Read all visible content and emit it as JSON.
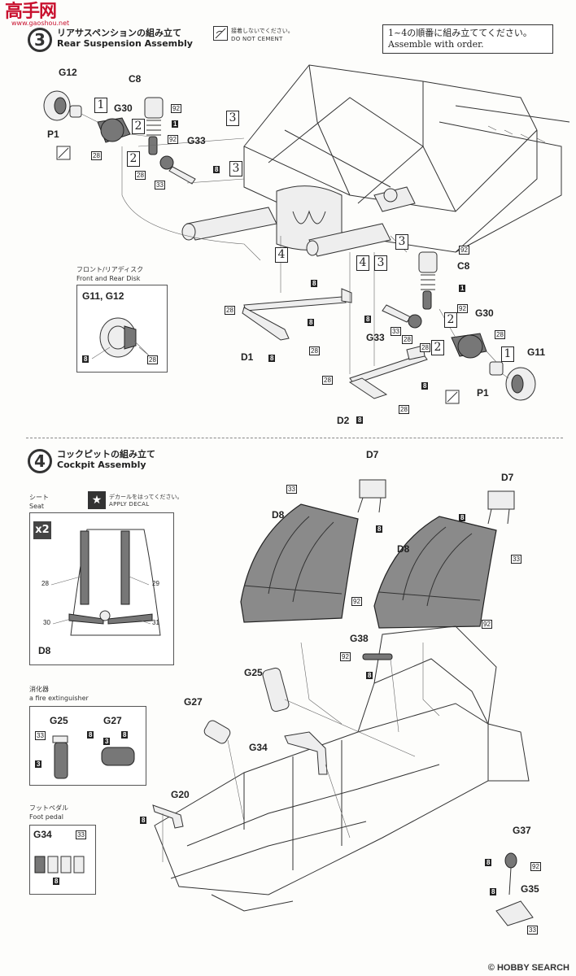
{
  "header": {
    "logo": "高手网",
    "logo_sub": "www.gaoshou.net"
  },
  "step3": {
    "number": "3",
    "title_jp": "リアサスペンションの組み立て",
    "title_en": "Rear Suspension Assembly",
    "cement_jp": "接着しないでください。",
    "cement_en": "DO NOT CEMENT",
    "order_note_jp": "1~4の順番に組み立ててください。",
    "order_note_en": "Assemble with order.",
    "disk_panel": {
      "title_jp": "フロント/リアディスク",
      "title_en": "Front and Rear Disk",
      "parts": "G11, G12",
      "color_a": "8",
      "color_b": "28"
    },
    "parts": {
      "g12": "G12",
      "c8_left": "C8",
      "g30_left": "G30",
      "p1_left": "P1",
      "g33_left": "G33",
      "d1": "D1",
      "d2": "D2",
      "c8_right": "C8",
      "g30_right": "G30",
      "g33_right": "G33",
      "g11": "G11",
      "p1_right": "P1"
    },
    "orders": {
      "o1": "1",
      "o2": "2",
      "o3": "3",
      "o4": "4"
    },
    "colors": {
      "c92": "92",
      "c1": "1",
      "c28": "28",
      "c33": "33",
      "c8": "8"
    }
  },
  "step4": {
    "number": "4",
    "title_jp": "コックピットの組み立て",
    "title_en": "Cockpit Assembly",
    "seat_panel": {
      "title_jp": "シート",
      "title_en": "Seat",
      "decal_jp": "デカールをはってください。",
      "decal_en": "APPLY DECAL",
      "multiplier": "x2",
      "decal_28": "28",
      "decal_29": "29",
      "decal_30": "30",
      "decal_31": "31",
      "part": "D8"
    },
    "extinguisher_panel": {
      "title_jp": "消化器",
      "title_en": "a fire extinguisher",
      "g25": "G25",
      "g27": "G27"
    },
    "pedal_panel": {
      "title_jp": "フットペダル",
      "title_en": "Foot pedal",
      "g34": "G34"
    },
    "parts": {
      "d7_left": "D7",
      "d7_right": "D7",
      "d8_left": "D8",
      "d8_right": "D8",
      "g38": "G38",
      "g25": "G25",
      "g27": "G27",
      "g34": "G34",
      "g20": "G20",
      "g37": "G37",
      "g35": "G35"
    }
  },
  "footer": {
    "watermark": "© HOBBY SEARCH"
  }
}
